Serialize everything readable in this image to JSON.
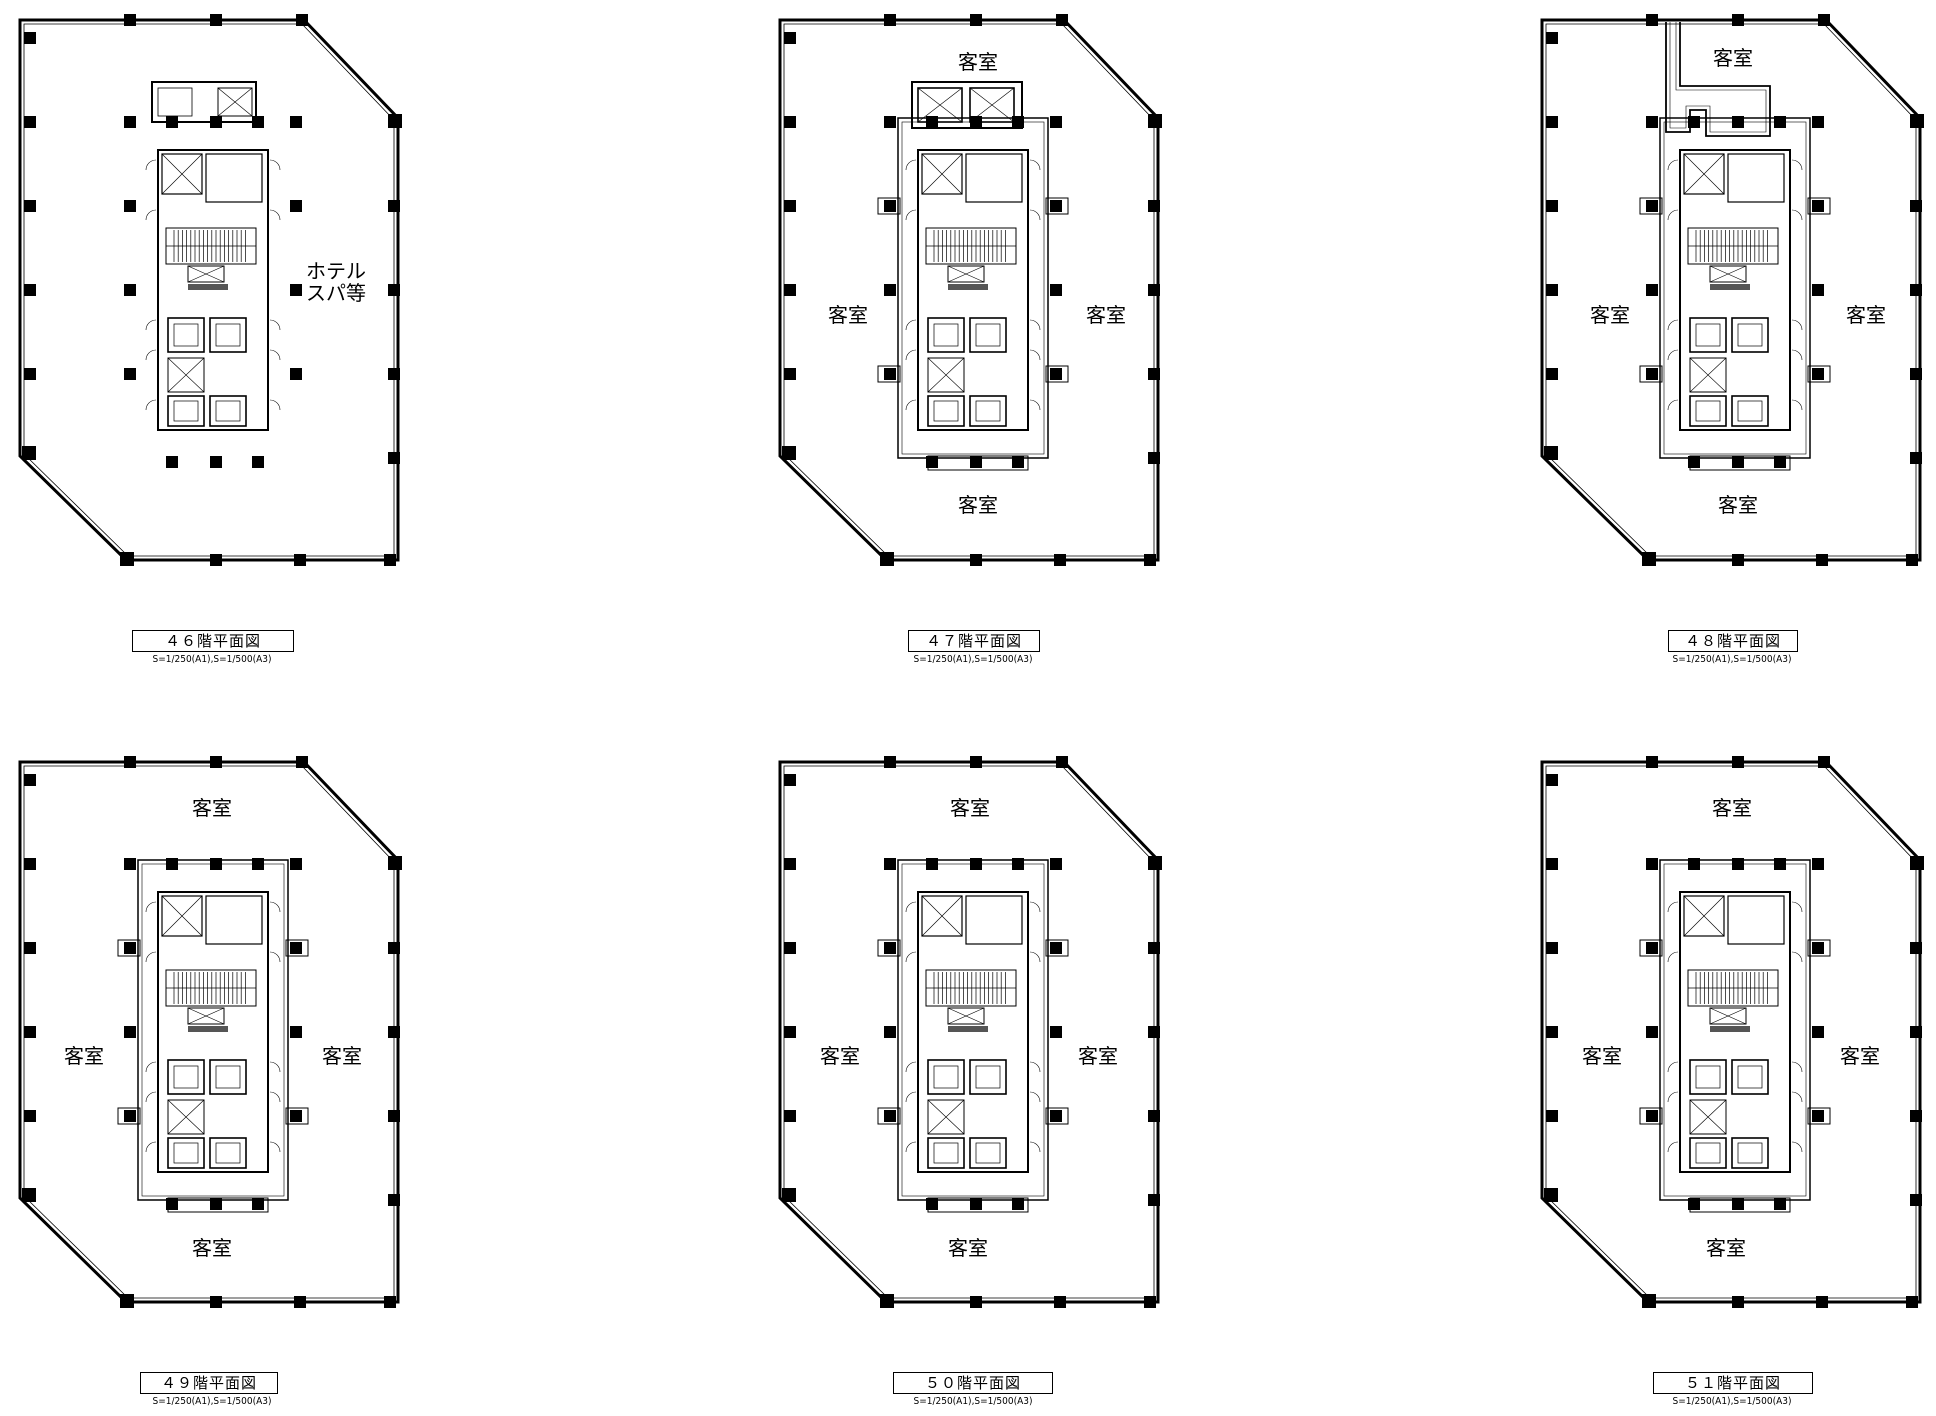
{
  "floors": [
    {
      "id": "f46",
      "title": "４６階平面図",
      "scale": "S=1/250(A1),S=1/500(A3)",
      "rooms": [
        "ホテル",
        "スパ等"
      ]
    },
    {
      "id": "f47",
      "title": "４７階平面図",
      "scale": "S=1/250(A1),S=1/500(A3)",
      "rooms": [
        "客室",
        "客室",
        "客室",
        "客室"
      ]
    },
    {
      "id": "f48",
      "title": "４８階平面図",
      "scale": "S=1/250(A1),S=1/500(A3)",
      "rooms": [
        "客室",
        "客室",
        "客室",
        "客室"
      ]
    },
    {
      "id": "f49",
      "title": "４９階平面図",
      "scale": "S=1/250(A1),S=1/500(A3)",
      "rooms": [
        "客室",
        "客室",
        "客室",
        "客室"
      ]
    },
    {
      "id": "f50",
      "title": "５０階平面図",
      "scale": "S=1/250(A1),S=1/500(A3)",
      "rooms": [
        "客室",
        "客室",
        "客室",
        "客室"
      ]
    },
    {
      "id": "f51",
      "title": "５１階平面図",
      "scale": "S=1/250(A1),S=1/500(A3)",
      "rooms": [
        "客室",
        "客室",
        "客室",
        "客室"
      ]
    }
  ]
}
